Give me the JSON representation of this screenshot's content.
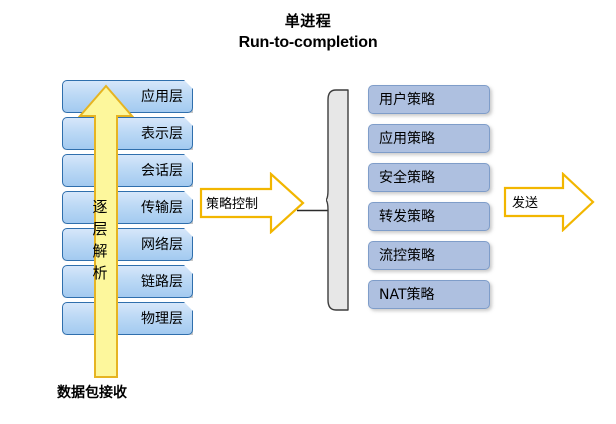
{
  "title": {
    "line_cn": "单进程",
    "line_en": "Run-to-completion"
  },
  "osi_stack": {
    "name": "osi-layer-stack",
    "layers": [
      {
        "label": "应用层"
      },
      {
        "label": "表示层"
      },
      {
        "label": "会话层"
      },
      {
        "label": "传输层"
      },
      {
        "label": "网络层"
      },
      {
        "label": "链路层"
      },
      {
        "label": "物理层"
      }
    ],
    "box_fill_top": "#d6e7fa",
    "box_fill_bottom": "#a3caf0",
    "box_border": "#2f6fad"
  },
  "parse_arrow": {
    "label": "逐层解析",
    "fill": "#fdf79c",
    "border": "#e6b422",
    "direction": "up"
  },
  "packet_receive": {
    "label": "数据包接收"
  },
  "policy_arrow": {
    "label": "策略控制",
    "fill": "#ffffff",
    "border": "#f2b600",
    "direction": "right"
  },
  "policy_brace": {
    "fill": "#e7e7e7",
    "border": "#3d3d3d"
  },
  "policy_list": {
    "name": "policy-box-list",
    "items": [
      {
        "label": "用户策略"
      },
      {
        "label": "应用策略"
      },
      {
        "label": "安全策略"
      },
      {
        "label": "转发策略"
      },
      {
        "label": "流控策略"
      },
      {
        "label": "NAT策略"
      }
    ],
    "box_fill": "#aec0e0",
    "box_border": "#7f9dc9"
  },
  "send_arrow": {
    "label": "发送",
    "fill": "#ffffff",
    "border": "#f2b600",
    "direction": "right"
  }
}
